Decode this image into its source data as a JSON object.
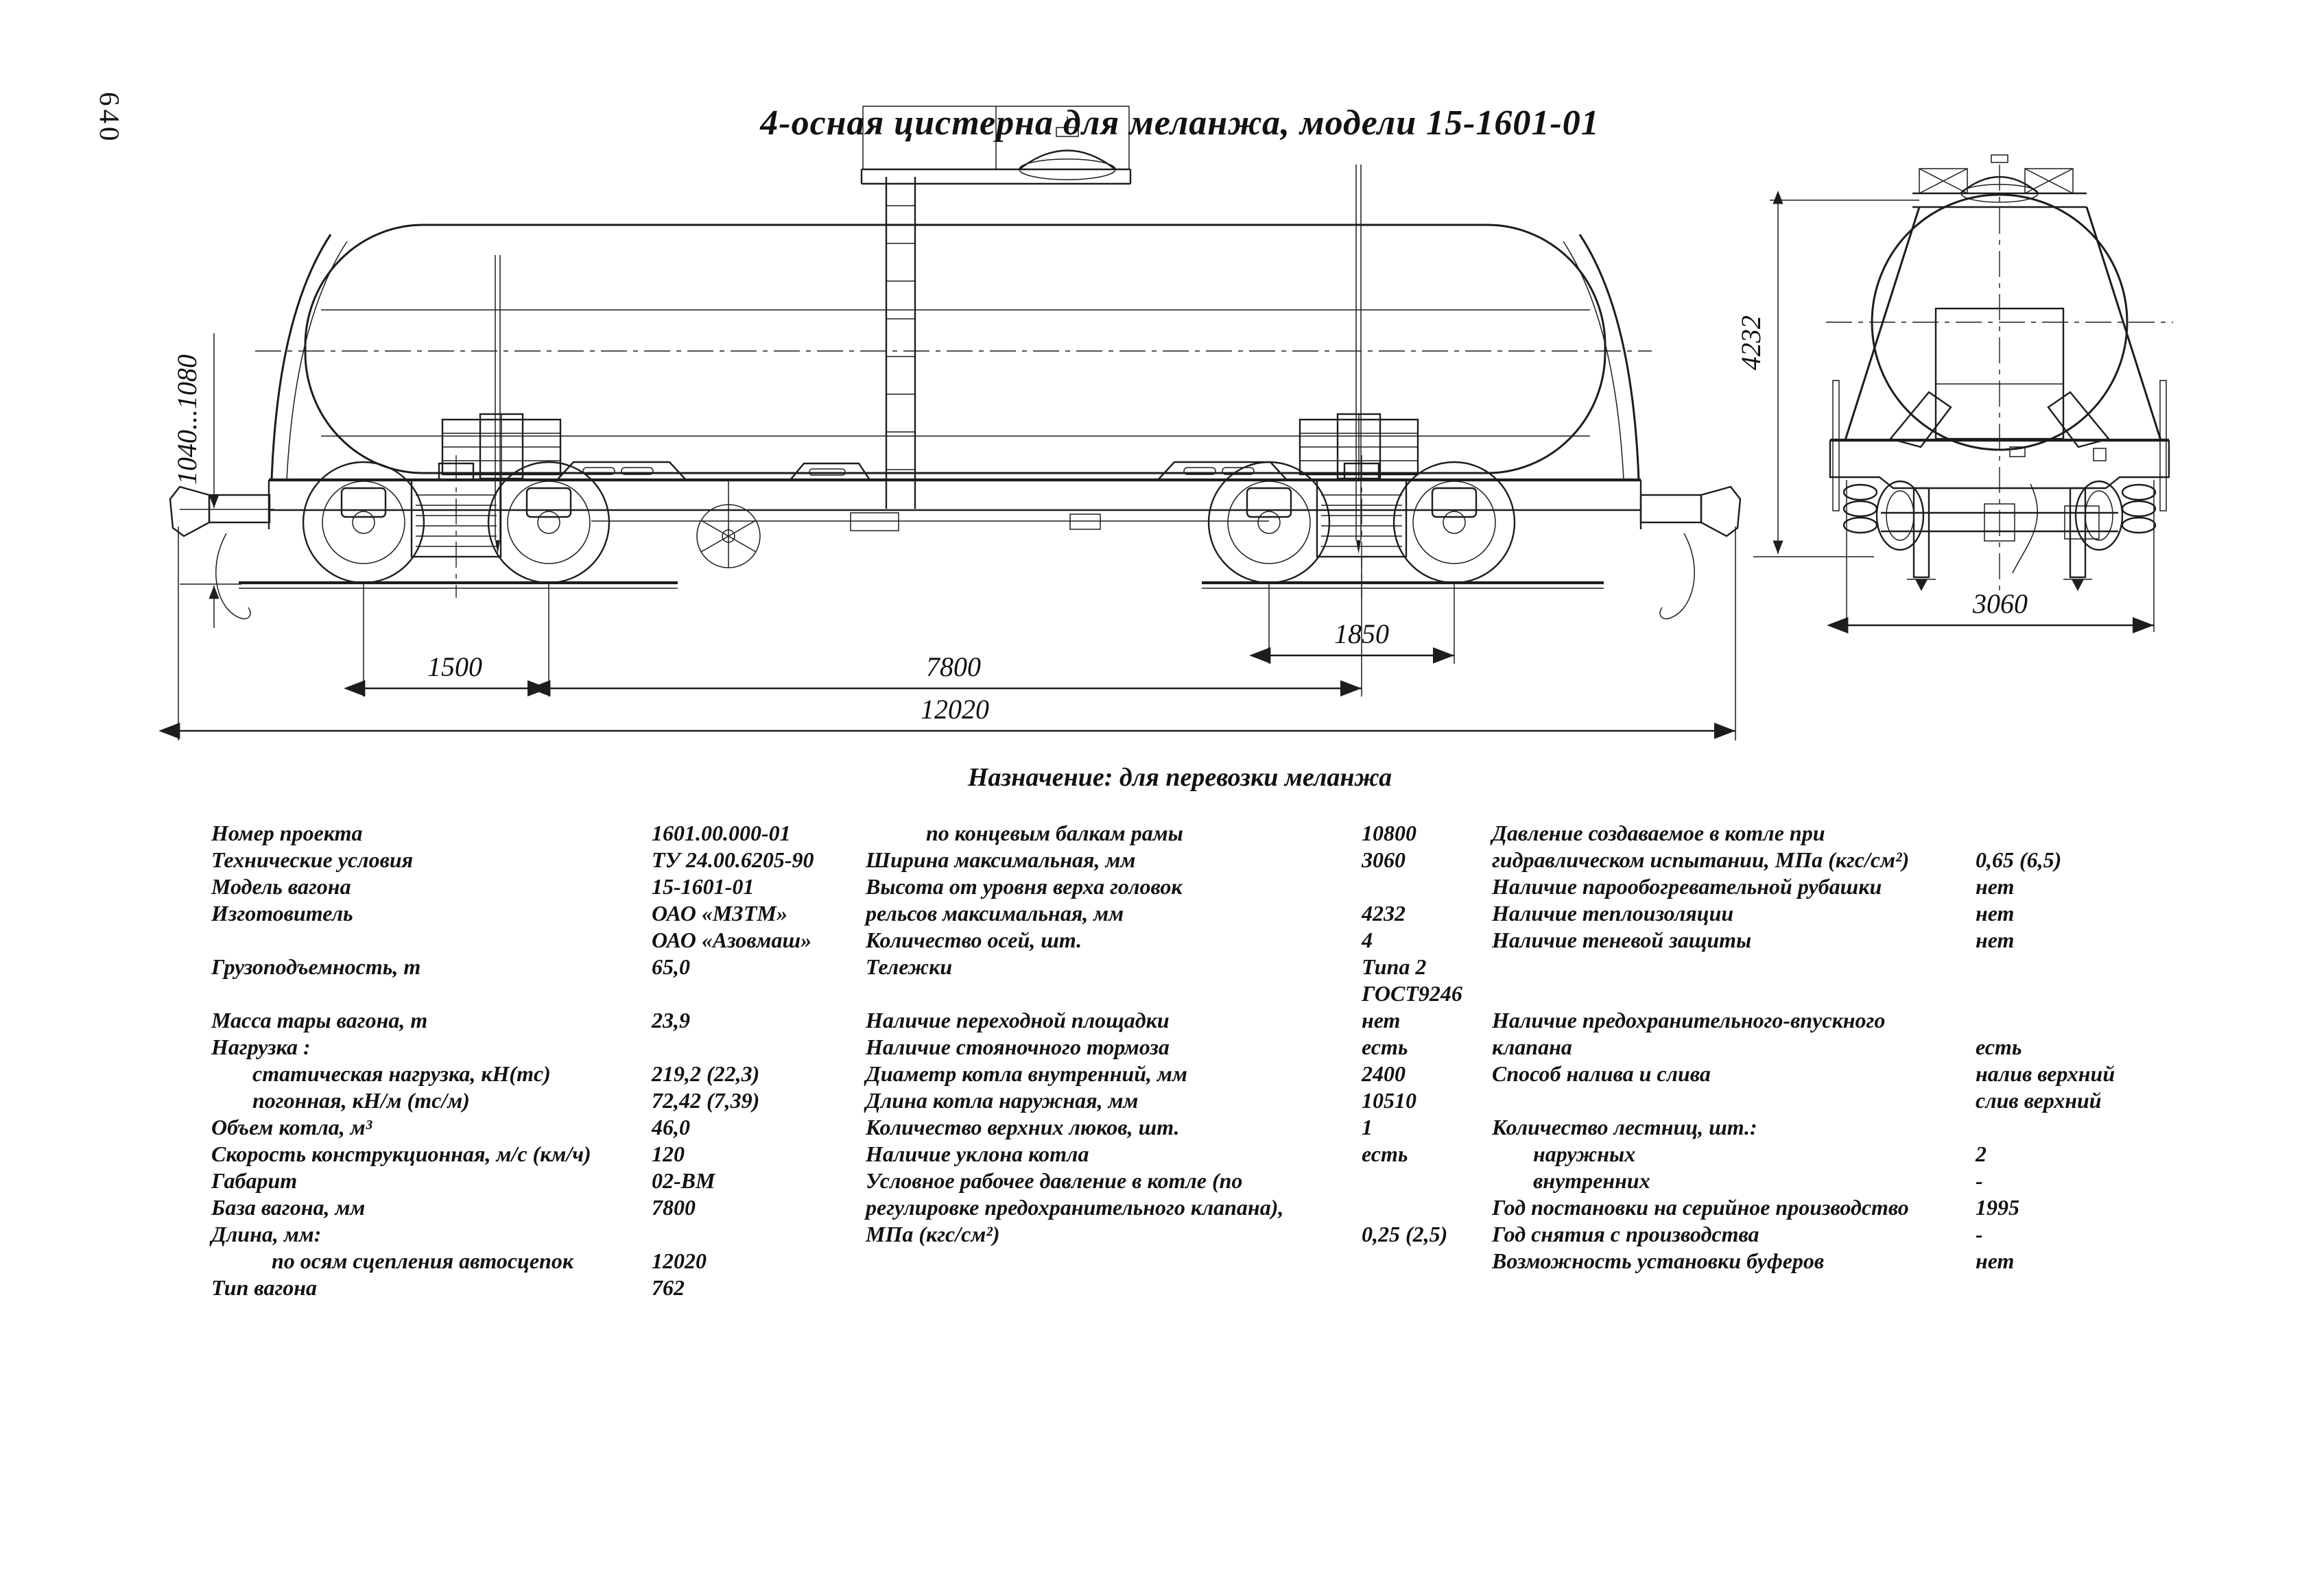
{
  "page": {
    "number": "640"
  },
  "title": "4-осная цистерна для меланжа, модели 15-1601-01",
  "purpose": "Назначение: для перевозки меланжа",
  "drawing": {
    "side_view_dims": {
      "bogie1_axle_spacing": "1500",
      "wagon_base": "7800",
      "length_over_couplers": "12020",
      "bogie2_axle_spacing": "1850",
      "coupler_axis_height": "1040...1080"
    },
    "end_view_dims": {
      "max_height": "4232",
      "max_width": "3060"
    }
  },
  "spec_columns": [
    {
      "rows": [
        {
          "label": "Номер проекта",
          "value": "1601.00.000-01"
        },
        {
          "label": "Технические условия",
          "value": "ТУ 24.00.6205-90"
        },
        {
          "label": "Модель вагона",
          "value": "15-1601-01"
        },
        {
          "label": "Изготовитель",
          "value": "ОАО «МЗТМ»"
        },
        {
          "label": "",
          "value": "ОАО «Азовмаш»"
        },
        {
          "label": "Грузоподъемность, т",
          "value": "65,0"
        },
        {
          "label": "",
          "value": ""
        },
        {
          "label": "Масса тары вагона, т",
          "value": "23,9"
        },
        {
          "label": "Нагрузка :",
          "value": ""
        },
        {
          "label": "статическая нагрузка, кН(тс)",
          "value": "219,2 (22,3)",
          "indent": 1
        },
        {
          "label": "погонная, кН/м (тс/м)",
          "value": "72,42 (7,39)",
          "indent": 1
        },
        {
          "label": "Объем котла, м³",
          "value": "46,0"
        },
        {
          "label": "Скорость конструкционная, м/с (км/ч)",
          "value": "120"
        },
        {
          "label": "Габарит",
          "value": "02-ВМ"
        },
        {
          "label": "База вагона, мм",
          "value": "7800"
        },
        {
          "label": "Длина, мм:",
          "value": ""
        },
        {
          "label": "по осям сцепления автосцепок",
          "value": "12020",
          "indent": 2
        },
        {
          "label": "Тип вагона",
          "value": "762"
        }
      ]
    },
    {
      "rows": [
        {
          "label": "по концевым балкам рамы",
          "value": "10800",
          "indent": 2
        },
        {
          "label": "Ширина максимальная, мм",
          "value": "3060"
        },
        {
          "label": "Высота от уровня верха головок",
          "value": ""
        },
        {
          "label": "рельсов максимальная, мм",
          "value": "4232"
        },
        {
          "label": "Количество осей, шт.",
          "value": "4"
        },
        {
          "label": "Тележки",
          "value": "Типа 2"
        },
        {
          "label": "",
          "value": "ГОСТ9246"
        },
        {
          "label": "Наличие переходной площадки",
          "value": "нет"
        },
        {
          "label": "Наличие стояночного тормоза",
          "value": "есть"
        },
        {
          "label": "Диаметр котла внутренний, мм",
          "value": "2400"
        },
        {
          "label": "Длина котла наружная, мм",
          "value": "10510"
        },
        {
          "label": "Количество верхних люков, шт.",
          "value": "1"
        },
        {
          "label": "Наличие уклона котла",
          "value": "есть"
        },
        {
          "label": "Условное рабочее давление в котле (по",
          "value": ""
        },
        {
          "label": "регулировке предохранительного клапана),",
          "value": ""
        },
        {
          "label": "МПа (кгс/см²)",
          "value": "0,25 (2,5)"
        }
      ]
    },
    {
      "rows": [
        {
          "label": "Давление создаваемое в котле при",
          "value": ""
        },
        {
          "label": "гидравлическом испытании, МПа (кгс/см²)",
          "value": "0,65 (6,5)"
        },
        {
          "label": "Наличие парообогревательной рубашки",
          "value": "нет"
        },
        {
          "label": "Наличие теплоизоляции",
          "value": "нет"
        },
        {
          "label": "Наличие теневой защиты",
          "value": "нет"
        },
        {
          "label": "",
          "value": ""
        },
        {
          "label": "",
          "value": ""
        },
        {
          "label": "Наличие предохранительного-впускного",
          "value": ""
        },
        {
          "label": "клапана",
          "value": "есть"
        },
        {
          "label": "Способ налива и слива",
          "value": "налив верхний"
        },
        {
          "label": "",
          "value": "слив верхний"
        },
        {
          "label": "Количество лестниц, шт.:",
          "value": ""
        },
        {
          "label": "наружных",
          "value": "2",
          "indent": 1
        },
        {
          "label": "внутренних",
          "value": "-",
          "indent": 1
        },
        {
          "label": "Год постановки на серийное производство",
          "value": "1995"
        },
        {
          "label": "Год снятия с производства",
          "value": "-"
        },
        {
          "label": "Возможность установки буферов",
          "value": "нет"
        }
      ]
    }
  ]
}
